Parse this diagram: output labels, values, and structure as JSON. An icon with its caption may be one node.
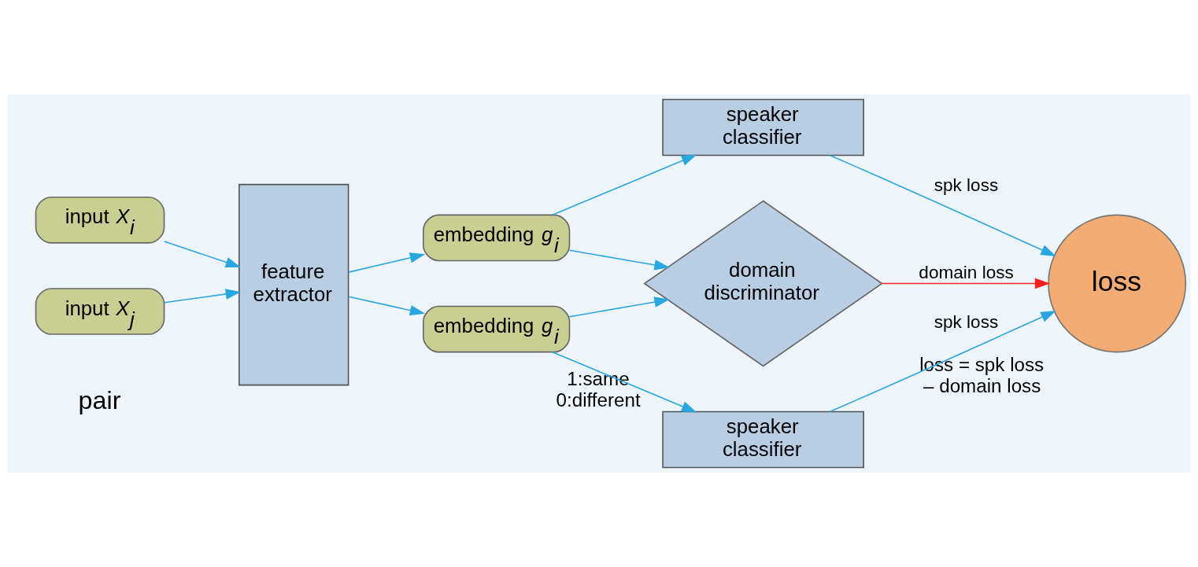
{
  "diagram": {
    "nodes": [
      {
        "text": [
          "input *X*$_{i}$"
        ]
      },
      {
        "text": [
          "input *X*$_{j}$"
        ]
      },
      {
        "text": [
          "feature extractor"
        ]
      },
      {
        "text": [
          "embedding *g*$_{i}$"
        ]
      },
      {
        "text": [
          "embedding *g*$_{i}$"
        ]
      },
      {
        "text": [
          "domain discriminator"
        ],
        "beside": [
          "1:same 0:different"
        ]
      },
      {
        "text": [
          "speaker classifier"
        ]
      },
      {
        "text": [
          "speaker classifier"
        ]
      },
      {
        "text": [
          "loss"
        ],
        "beside": [
          "loss = spk loss – domain loss"
        ]
      }
    ],
    "edges": [
      {
        "from": 0,
        "to": 2,
        "arrow": "to"
      },
      {
        "from": 1,
        "to": 2,
        "arrow": "to"
      },
      {
        "from": 2,
        "to": 3,
        "arrow": "to"
      },
      {
        "from": 2,
        "to": 4,
        "arrow": "to"
      },
      {
        "from": 3,
        "to": 6,
        "arrow": "to"
      },
      {
        "from": 4,
        "to": 7,
        "arrow": "to"
      },
      {
        "from": 3,
        "to": 5,
        "arrow": "to"
      },
      {
        "from": 4,
        "to": 5,
        "arrow": "to"
      },
      {
        "from": 5,
        "to": 8,
        "arrow": "to",
        "label": "domain loss",
        "color": "#ff2020"
      },
      {
        "from": 6,
        "to": 8,
        "arrow": "to",
        "label": "spk loss"
      },
      {
        "from": 7,
        "to": 8,
        "arrow": "to",
        "label": "spk loss"
      }
    ],
    "labels": [
      "pair"
    ]
  }
}
